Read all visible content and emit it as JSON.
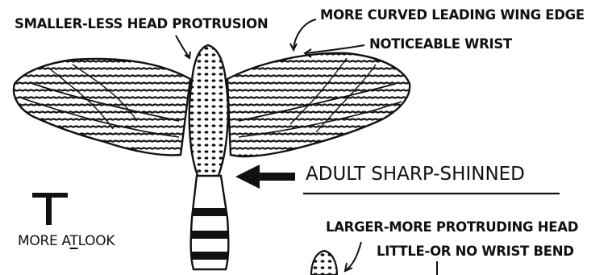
{
  "labels": {
    "head_small": "SMALLER-LESS HEAD PROTRUSION",
    "curved_edge": "MORE CURVED LEADING WING EDGE",
    "wrist": "NOTICEABLE WRIST",
    "adult": "ADULT SHARP-SHINNED",
    "t_look_prefix": "MORE A",
    "t_look_letter": "T",
    "t_look_suffix": "LOOK",
    "larger_head": "LARGER-MORE PROTRUDING HEAD",
    "little_wrist": "LITTLE-OR NO WRIST BEND"
  },
  "colors": {
    "ink": "#111111",
    "paper": "#ffffff"
  }
}
